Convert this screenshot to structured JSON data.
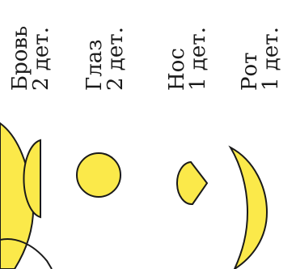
{
  "colors": {
    "shape_fill": "#FBE94A",
    "outline": "#1a1a1a",
    "text": "#1a1a1a"
  },
  "parts": [
    {
      "name": "Бровь",
      "count": "2 дет."
    },
    {
      "name": "Глаз",
      "count": "2 дет."
    },
    {
      "name": "Нос",
      "count": "1 дет."
    },
    {
      "name": "Рот",
      "count": "1 дет."
    }
  ]
}
